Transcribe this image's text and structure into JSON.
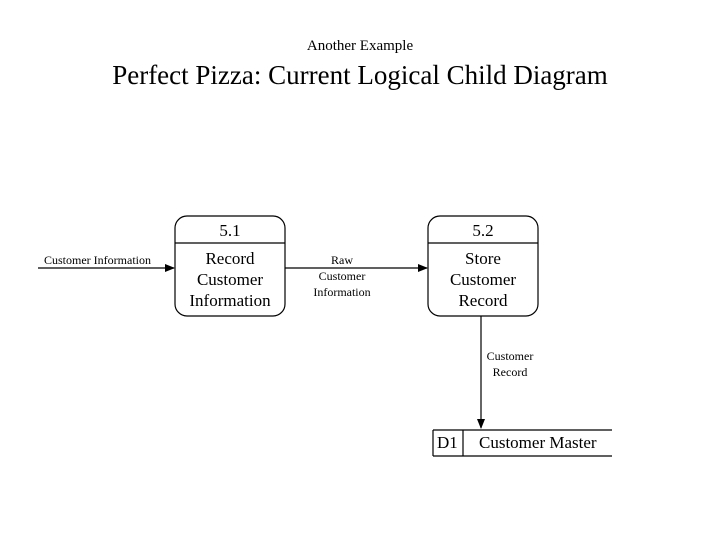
{
  "header": {
    "subtitle": "Another Example",
    "title": "Perfect Pizza: Current Logical Child Diagram"
  },
  "processes": [
    {
      "id": "5.1",
      "name": [
        "Record",
        "Customer",
        "Information"
      ]
    },
    {
      "id": "5.2",
      "name": [
        "Store",
        "Customer",
        "Record"
      ]
    }
  ],
  "flows": {
    "input": "Customer Information",
    "raw": [
      "Raw",
      "Customer",
      "Information"
    ],
    "record": [
      "Customer",
      "Record"
    ]
  },
  "data_store": {
    "id": "D1",
    "name": "Customer Master"
  }
}
